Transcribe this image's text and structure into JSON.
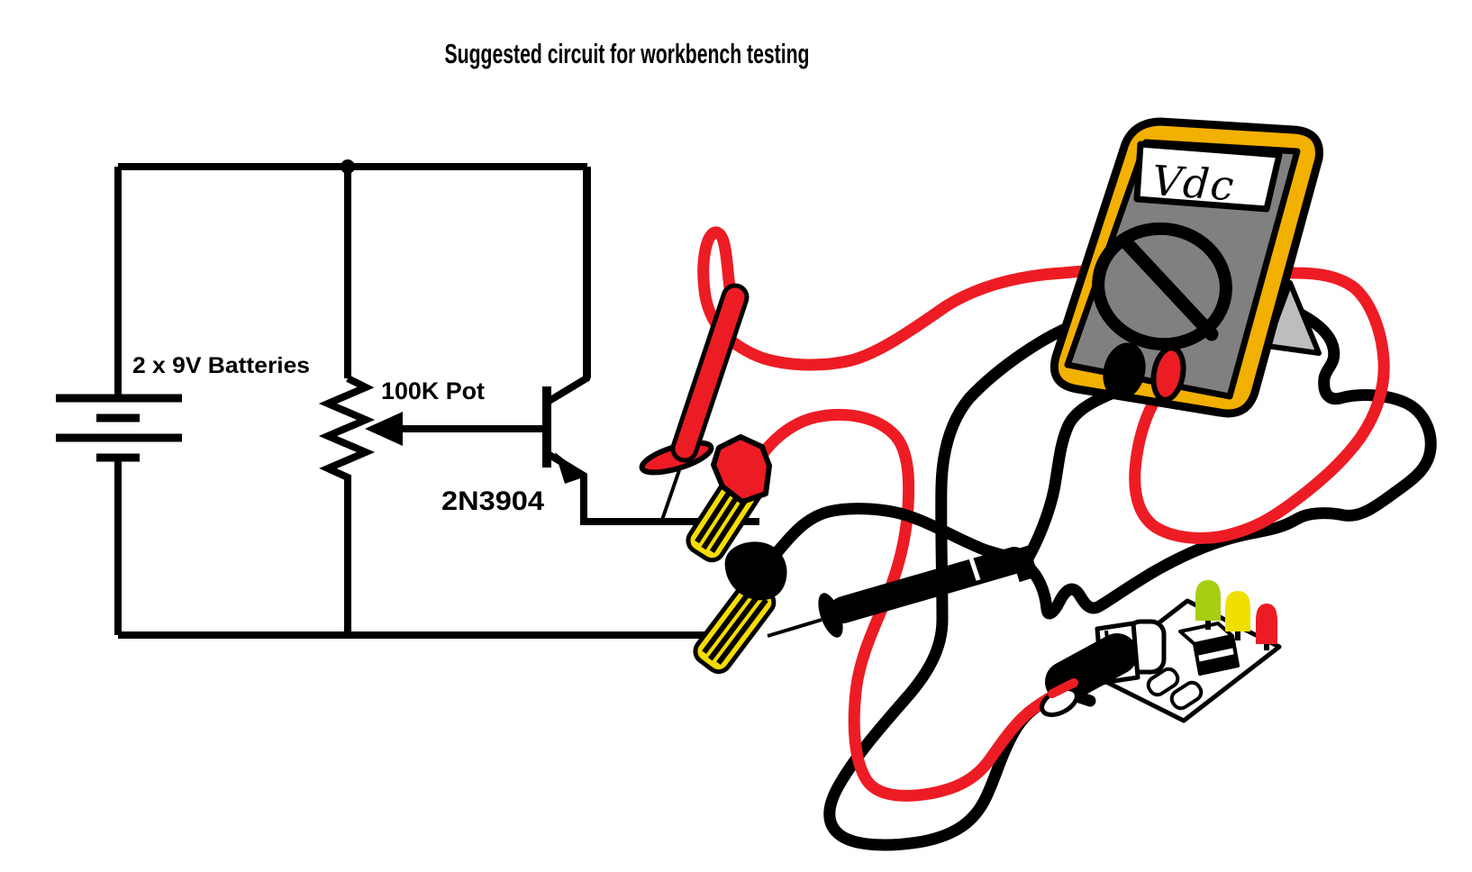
{
  "title": "Suggested circuit for workbench testing",
  "schematic": {
    "battery_label": "2 x 9V Batteries",
    "pot_label": "100K Pot",
    "transistor_label": "2N3904",
    "line_color": "#000000"
  },
  "multimeter": {
    "display_text": "Vdc",
    "body_color": "#F2B000",
    "face_color": "#808080",
    "display_color": "#FFFFFF",
    "stand_color": "#BDBDBD",
    "dial_color": "#000000"
  },
  "leads": {
    "red_color": "#ED1C24",
    "black_color": "#000000"
  },
  "clips": {
    "jaw_color": "#F5DC00",
    "red_boot_color": "#ED1C24",
    "black_boot_color": "#000000"
  },
  "board": {
    "surface_color": "#FFFFFF",
    "leds": [
      {
        "name": "green-led",
        "color": "#A6CE13"
      },
      {
        "name": "yellow-led",
        "color": "#F0E000"
      },
      {
        "name": "red-led",
        "color": "#ED1C24"
      }
    ]
  }
}
